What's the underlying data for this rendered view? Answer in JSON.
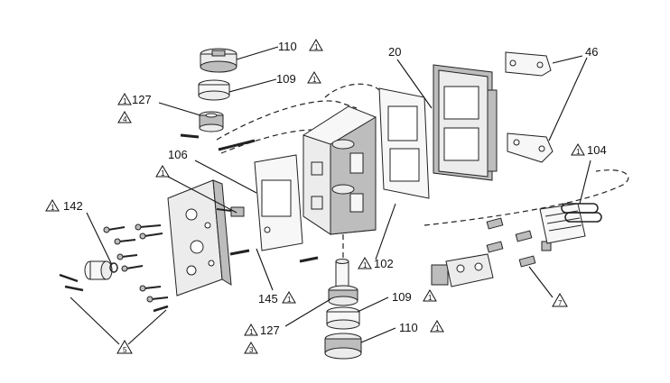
{
  "diagram": {
    "callouts": [
      {
        "id": "c110a",
        "number": "110",
        "warning": "1"
      },
      {
        "id": "c109a",
        "number": "109",
        "warning": "1"
      },
      {
        "id": "c127a",
        "number": "127",
        "warning": "1",
        "sub_box": "4"
      },
      {
        "id": "c20",
        "number": "20"
      },
      {
        "id": "c46",
        "number": "46"
      },
      {
        "id": "c106",
        "number": "106",
        "warning": "1"
      },
      {
        "id": "c104",
        "number": "104",
        "warning": "1"
      },
      {
        "id": "c142",
        "number": "142",
        "warning": "1"
      },
      {
        "id": "c102",
        "number": "102",
        "warning": "1"
      },
      {
        "id": "c145",
        "number": "145",
        "warning": "1"
      },
      {
        "id": "c109b",
        "number": "109",
        "warning": "1"
      },
      {
        "id": "c127b",
        "number": "127",
        "warning": "1",
        "sub_box": "3"
      },
      {
        "id": "c110b",
        "number": "110",
        "warning": "1"
      },
      {
        "id": "c7",
        "sub_box": "7"
      },
      {
        "id": "c5",
        "sub_box": "5"
      }
    ]
  },
  "colors": {
    "line": "#111111",
    "part_fill": "#ececec",
    "part_shadow": "#bdbdbd",
    "background": "#ffffff"
  }
}
